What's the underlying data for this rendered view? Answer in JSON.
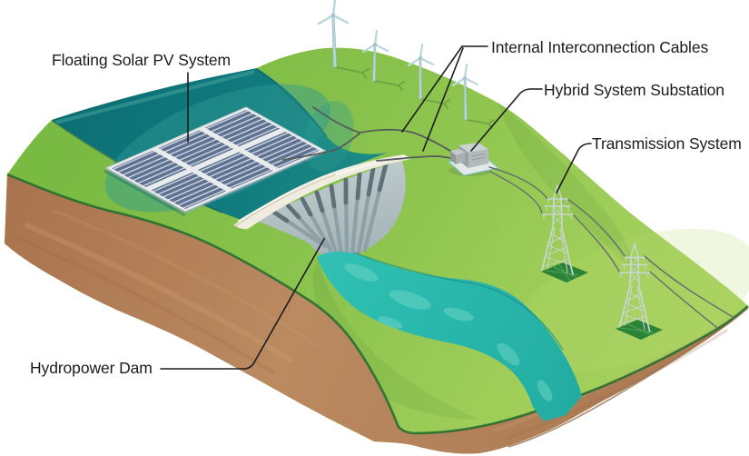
{
  "diagram": {
    "labels": {
      "floating_solar_pv": "Floating Solar PV System",
      "internal_interconnection_cables": "Internal Interconnection Cables",
      "hybrid_system_substation": "Hybrid System Substation",
      "transmission_system": "Transmission System",
      "hydropower_dam": "Hydropower Dam"
    },
    "scene": {
      "wind_turbine_count": 4,
      "transmission_tower_count": 2,
      "solar_panel_sections": 6
    },
    "colors": {
      "background": "#ffffff",
      "grass_dark": "#79ba43",
      "grass_light": "#a6d15e",
      "reservoir_teal": "#107a7e",
      "river_turquoise": "#2abbaf",
      "earth_brown": "#b7855d",
      "rim_green": "#1f6b2d",
      "dam_concrete": "#b6c3c6",
      "dam_crest": "#f0ecdf",
      "panel_blue": "#5f7192",
      "turbine_blue": "#b7d4d9",
      "cable_gray": "#565c5b",
      "label_text": "#1b1b1b",
      "leader_line": "#1c1c1c"
    }
  }
}
